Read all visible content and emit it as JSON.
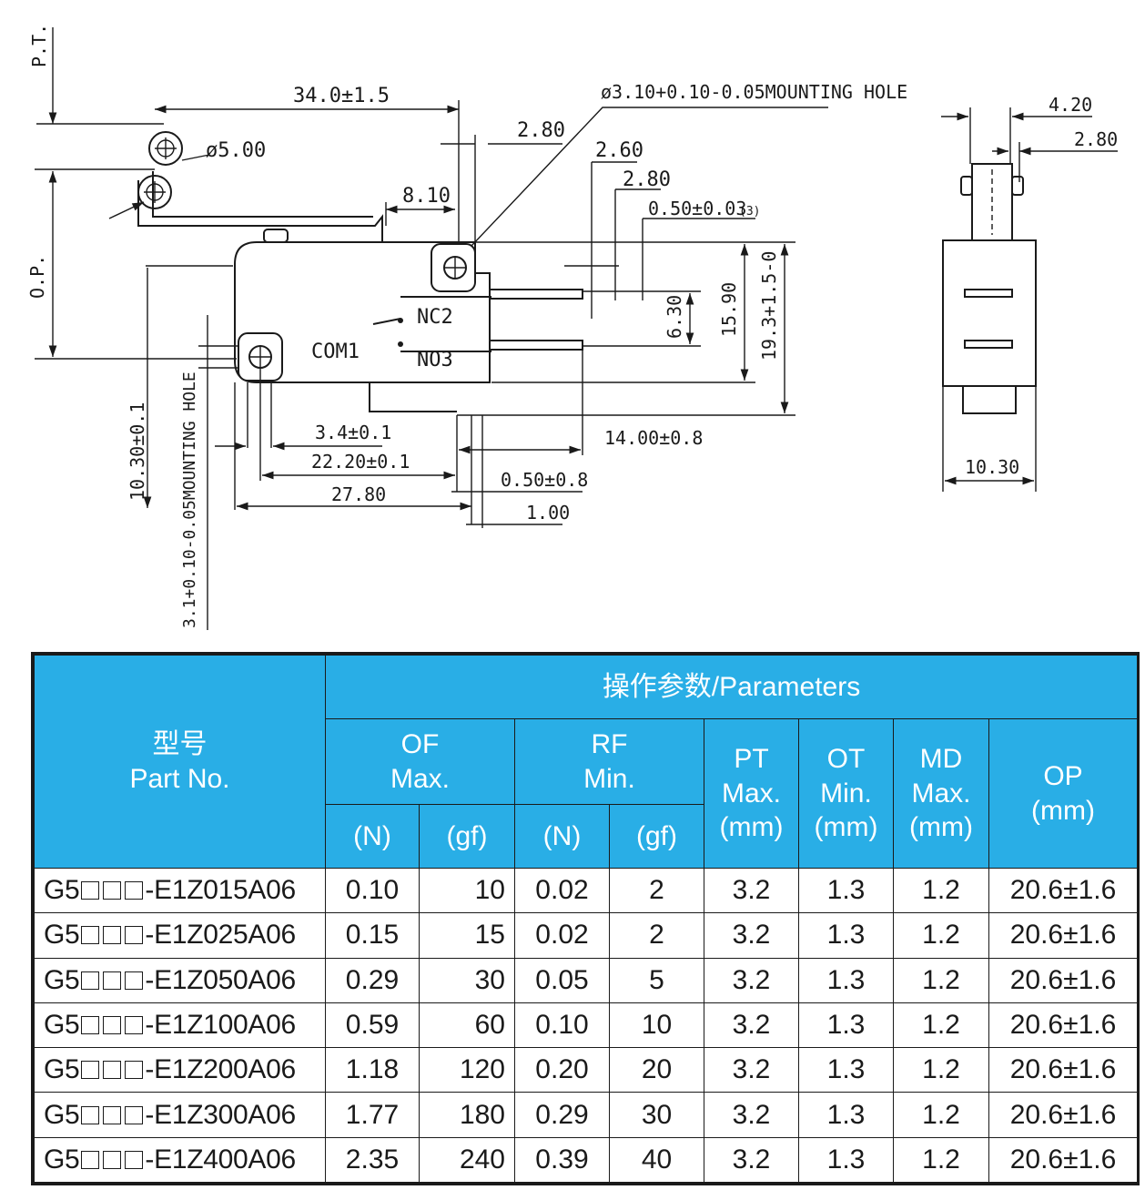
{
  "drawing": {
    "labels": {
      "pt": "P.T.",
      "op": "O.P.",
      "width_total": "34.0±1.5",
      "roller_dia": "ø5.00",
      "mounting_hole_top": "ø3.10+0.10-0.05MOUNTING HOLE",
      "d_2_80_a": "2.80",
      "d_2_60": "2.60",
      "d_2_80_b": "2.80",
      "d_0_50": "0.50±0.03",
      "note_3": "(3)",
      "d_8_10": "8.10",
      "d_6_30": "6.30",
      "d_15_90": "15.90",
      "d_19_3": "19.3+1.5-0",
      "nc": "NC2",
      "no": "NO3",
      "com": "COM1",
      "d_3_4": "3.4±0.1",
      "d_22_20": "22.20±0.1",
      "d_27_80": "27.80",
      "d_14_00": "14.00±0.8",
      "d_0_50_b": "0.50±0.8",
      "d_1_00": "1.00",
      "d_10_30_v": "10.30±0.1",
      "mounting_hole_left": "3.1+0.10-0.05MOUNTING HOLE",
      "side_4_20": "4.20",
      "side_2_80": "2.80",
      "side_10_30": "10.30"
    }
  },
  "table": {
    "part_header_cn": "型号",
    "part_header_en": "Part No.",
    "params_header": "操作参数/Parameters",
    "of_header": "OF",
    "of_sub": "Max.",
    "rf_header": "RF",
    "rf_sub": "Min.",
    "pt_header": "PT",
    "pt_sub": "Max.",
    "ot_header": "OT",
    "ot_sub": "Min.",
    "md_header": "MD",
    "md_sub": "Max.",
    "op_header": "OP",
    "op_unit": "(mm)",
    "unit_n": "(N)",
    "unit_gf": "(gf)",
    "unit_mm": "(mm)",
    "part_prefix": "G5",
    "rows": [
      {
        "suffix": "-E1Z015A06",
        "of_n": "0.10",
        "of_gf": "10",
        "rf_n": "0.02",
        "rf_gf": "2",
        "pt": "3.2",
        "ot": "1.3",
        "md": "1.2",
        "op": "20.6±1.6"
      },
      {
        "suffix": "-E1Z025A06",
        "of_n": "0.15",
        "of_gf": "15",
        "rf_n": "0.02",
        "rf_gf": "2",
        "pt": "3.2",
        "ot": "1.3",
        "md": "1.2",
        "op": "20.6±1.6"
      },
      {
        "suffix": "-E1Z050A06",
        "of_n": "0.29",
        "of_gf": "30",
        "rf_n": "0.05",
        "rf_gf": "5",
        "pt": "3.2",
        "ot": "1.3",
        "md": "1.2",
        "op": "20.6±1.6"
      },
      {
        "suffix": "-E1Z100A06",
        "of_n": "0.59",
        "of_gf": "60",
        "rf_n": "0.10",
        "rf_gf": "10",
        "pt": "3.2",
        "ot": "1.3",
        "md": "1.2",
        "op": "20.6±1.6"
      },
      {
        "suffix": "-E1Z200A06",
        "of_n": "1.18",
        "of_gf": "120",
        "rf_n": "0.20",
        "rf_gf": "20",
        "pt": "3.2",
        "ot": "1.3",
        "md": "1.2",
        "op": "20.6±1.6"
      },
      {
        "suffix": "-E1Z300A06",
        "of_n": "1.77",
        "of_gf": "180",
        "rf_n": "0.29",
        "rf_gf": "30",
        "pt": "3.2",
        "ot": "1.3",
        "md": "1.2",
        "op": "20.6±1.6"
      },
      {
        "suffix": "-E1Z400A06",
        "of_n": "2.35",
        "of_gf": "240",
        "rf_n": "0.39",
        "rf_gf": "40",
        "pt": "3.2",
        "ot": "1.3",
        "md": "1.2",
        "op": "20.6±1.6"
      }
    ]
  }
}
